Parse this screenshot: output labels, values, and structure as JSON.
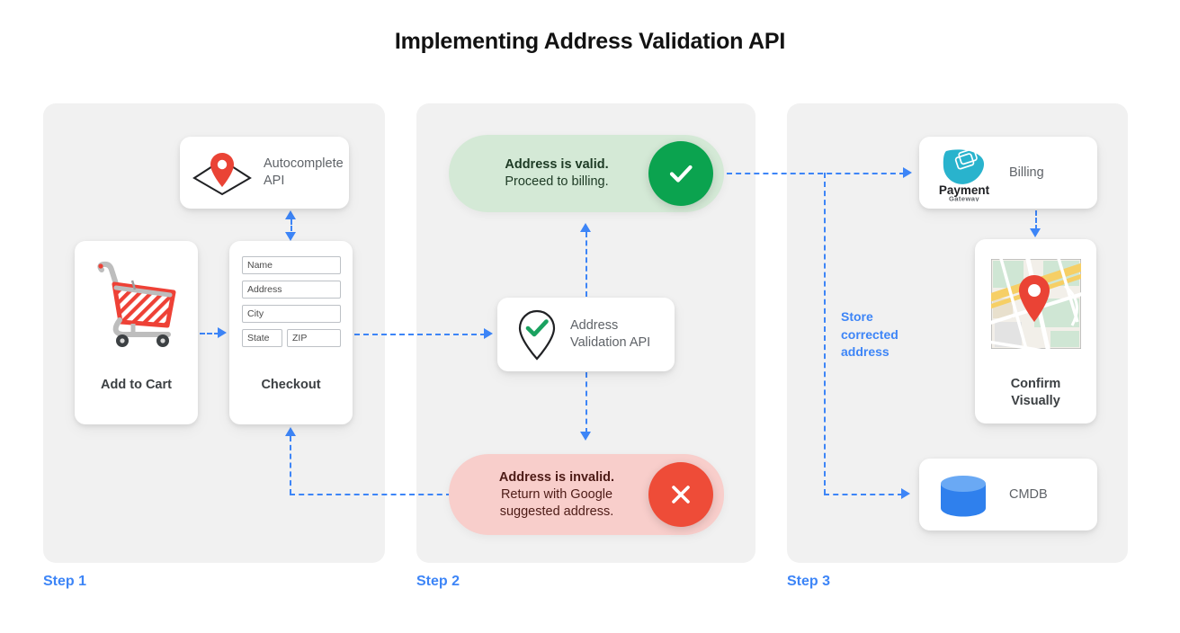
{
  "title": "Implementing Address Validation API",
  "colors": {
    "accent_blue": "#3d85f7",
    "success_green": "#0ba34f",
    "error_red": "#ee4c38",
    "panel_bg": "#f1f1f1",
    "valid_pill_bg": "#d4e9d6",
    "invalid_pill_bg": "#f8cecb",
    "marker_red": "#ea4335"
  },
  "steps": [
    {
      "label": "Step 1"
    },
    {
      "label": "Step 2"
    },
    {
      "label": "Step 3"
    }
  ],
  "step1": {
    "autocomplete_api": {
      "label_line1": "Autocomplete",
      "label_line2": "API",
      "icon": "map-pin-diamond-icon"
    },
    "add_to_cart": {
      "caption": "Add to Cart",
      "icon": "shopping-cart-icon"
    },
    "checkout": {
      "caption": "Checkout",
      "fields": [
        "Name",
        "Address",
        "City",
        "State",
        "ZIP"
      ]
    }
  },
  "step2": {
    "valid": {
      "headline": "Address is valid.",
      "subline": "Proceed to billing.",
      "badge_icon": "check-circle-icon"
    },
    "invalid": {
      "headline": "Address is invalid.",
      "subline1": "Return with Google",
      "subline2": "suggested address.",
      "badge_icon": "x-circle-icon"
    },
    "validation_api": {
      "label_line1": "Address",
      "label_line2": "Validation API",
      "icon": "map-pin-check-icon"
    }
  },
  "step3": {
    "billing": {
      "label": "Billing",
      "logo_line1": "Payment",
      "logo_line2": "Gateway",
      "icon": "payment-gateway-logo"
    },
    "confirm": {
      "caption_line1": "Confirm",
      "caption_line2": "Visually",
      "icon": "map-thumbnail-icon"
    },
    "cmdb": {
      "label": "CMDB",
      "icon": "database-icon"
    },
    "store_label_line1": "Store",
    "store_label_line2": "corrected",
    "store_label_line3": "address"
  }
}
